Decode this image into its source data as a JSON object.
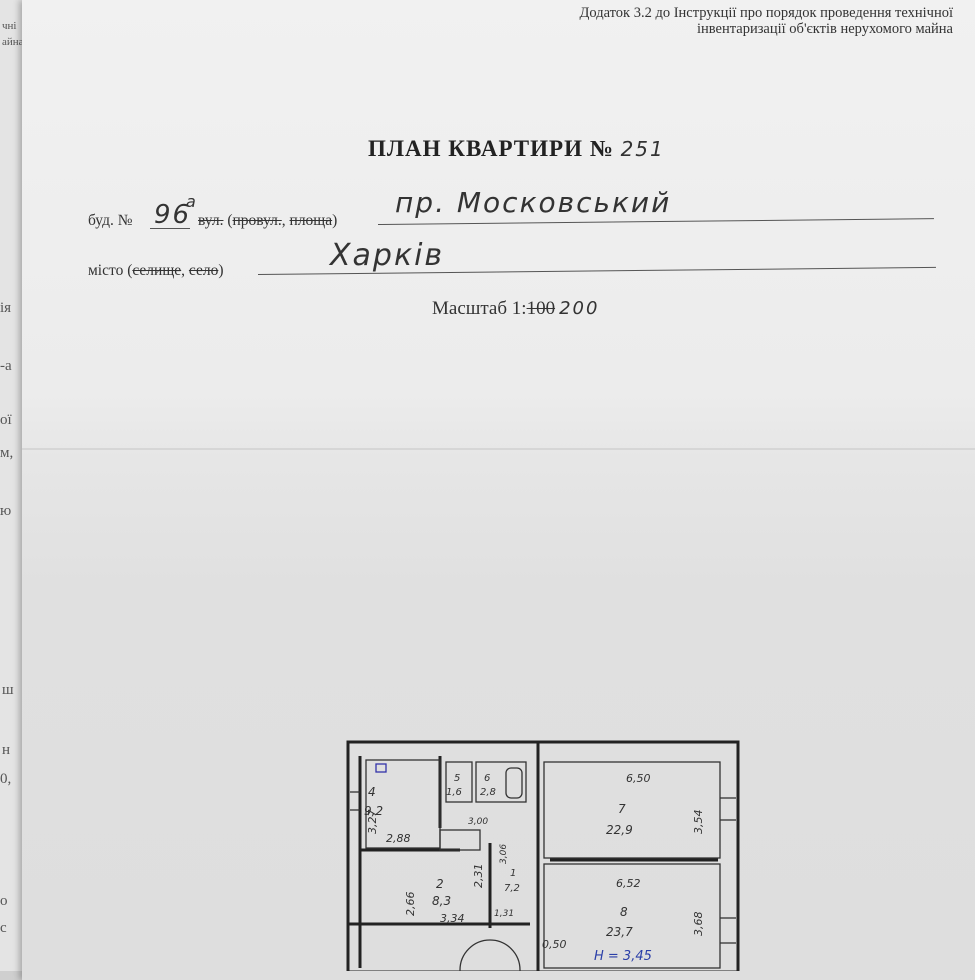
{
  "underlying_page": {
    "fragments": [
      "чні",
      "айна",
      "ія",
      "-а",
      "ої",
      "м,",
      "ю",
      "ш",
      "н",
      "0,",
      "о",
      "с"
    ]
  },
  "header": {
    "annex_line1": "Додаток 3.2 до Інструкції про порядок проведення технічної",
    "annex_line2": "інвентаризації об'єктів нерухомого майна"
  },
  "form": {
    "title": "ПЛАН КВАРТИРИ №",
    "apartment_number": "251",
    "building_label": "буд. №",
    "building_number": "96",
    "building_suffix": "а",
    "street_label_struck": "вул.",
    "street_label_rest": " (",
    "lane_struck": "провул.",
    "square_sep": ", ",
    "square_struck": "площа",
    "street_label_close": ")",
    "street_value": "пр. Московський",
    "city_label": "місто (",
    "town_struck": "селище",
    "city_sep": ", ",
    "village_struck": "село",
    "city_close": ")",
    "city_value": "Харків",
    "scale_label": "Масштаб 1:",
    "scale_struck": "100",
    "scale_value": "200"
  },
  "floor_plan": {
    "rooms": [
      {
        "num": "4",
        "area": "9,2"
      },
      {
        "num": "5",
        "area": "1,6"
      },
      {
        "num": "6",
        "area": "2,8"
      },
      {
        "num": "7",
        "area": "22,9"
      },
      {
        "num": "2",
        "area": "8,3"
      },
      {
        "num": "1",
        "area": "7,2"
      },
      {
        "num": "8",
        "area": "23,7"
      }
    ],
    "dimensions": [
      "3,27",
      "2,88",
      "3,00",
      "3,06",
      "6,50",
      "3,54",
      "6,52",
      "2,66",
      "2,31",
      "3,34",
      "1,31",
      "3,68",
      "0,50"
    ],
    "height_note": "Н = 3,45"
  }
}
